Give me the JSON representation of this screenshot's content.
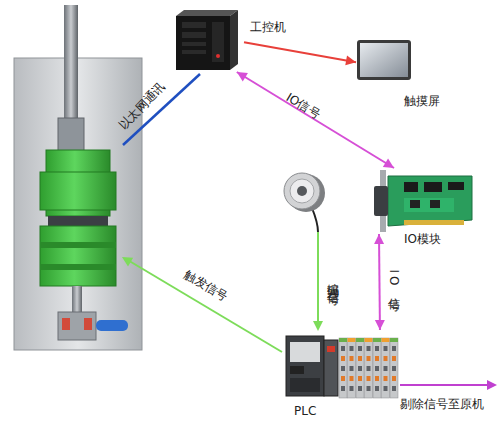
{
  "diagram": {
    "nodes": [
      {
        "text": [
          "工控机"
        ]
      },
      {
        "text": [
          "触摸屏"
        ]
      },
      {
        "text": [
          "IO模块"
        ]
      },
      {
        "text": [
          "PLC"
        ]
      }
    ],
    "edges": [
      {
        "from": 0,
        "to": 1,
        "arrow": "to"
      },
      {
        "from": 0,
        "to": 2,
        "label": "IO信号",
        "arrow": "both"
      },
      {
        "from": 2,
        "to": 3,
        "label": "IO信号",
        "arrow": "both"
      }
    ],
    "labels": [
      "以太网通讯",
      "触发信号",
      "编码器信号",
      "剔除信号至原机"
    ]
  }
}
